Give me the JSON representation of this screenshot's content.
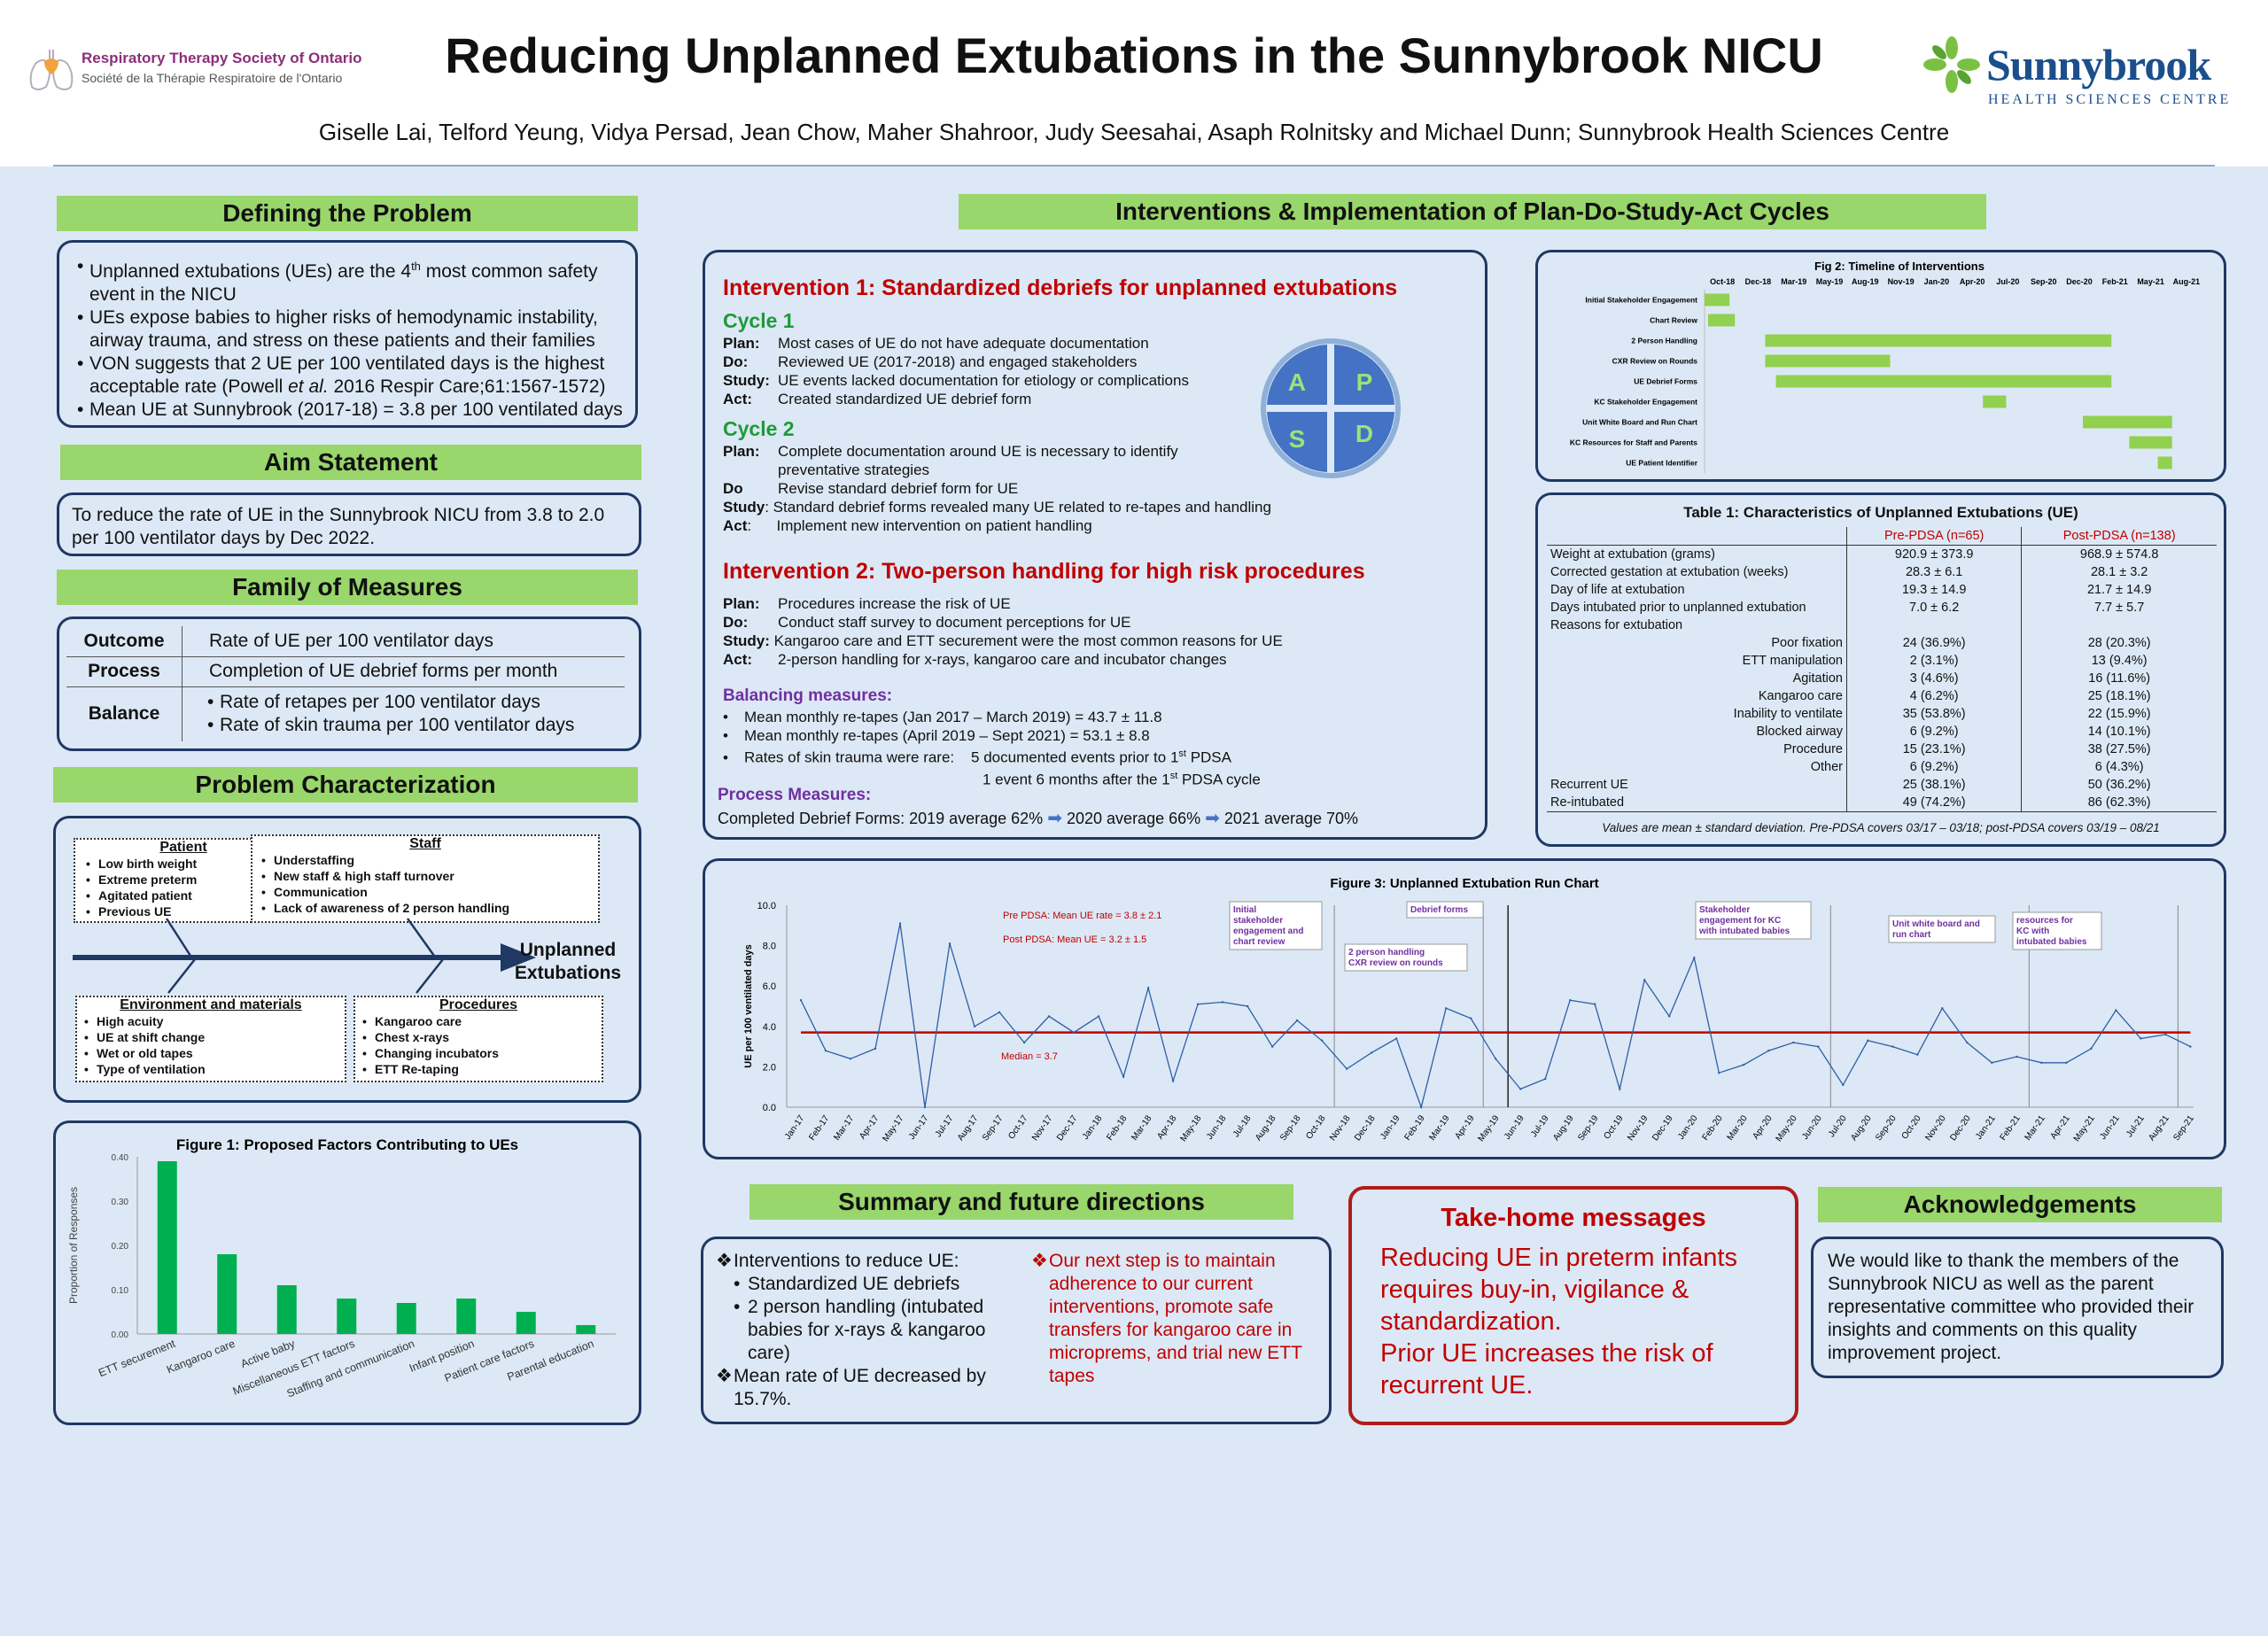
{
  "header": {
    "title": "Reducing Unplanned Extubations in the Sunnybrook NICU",
    "authors": "Giselle Lai, Telford Yeung, Vidya Persad, Jean Chow, Maher Shahroor, Judy Seesahai, Asaph Rolnitsky and Michael Dunn; Sunnybrook Health Sciences Centre",
    "rts_name": "Respiratory Therapy Society of Ontario",
    "rts_fr": "Société de la Thérapie Respiratoire de l'Ontario",
    "sb_name": "Sunnybrook",
    "sb_sub": "HEALTH SCIENCES CENTRE"
  },
  "problem": {
    "heading": "Defining the Problem",
    "b1a": "Unplanned extubations (UEs) are the 4",
    "b1sup": "th",
    "b1b": " most common safety event in the NICU",
    "b2": "UEs expose babies to higher risks of hemodynamic instability, airway trauma, and stress on these patients and their families",
    "b3a": "VON suggests that 2 UE per 100 ventilated days is the highest acceptable rate (Powell ",
    "b3i": "et al.",
    "b3b": " 2016 Respir Care;61:1567-1572)",
    "b4": "Mean UE at Sunnybrook (2017-18) = 3.8 per 100 ventilated days"
  },
  "aim": {
    "heading": "Aim Statement",
    "text": "To reduce the rate of UE in the Sunnybrook NICU from 3.8 to 2.0 per 100 ventilator days by Dec 2022."
  },
  "measures": {
    "heading": "Family of Measures",
    "rows": [
      {
        "label": "Outcome",
        "value": "Rate of UE per 100 ventilator days"
      },
      {
        "label": "Process",
        "value": "Completion of UE debrief forms per month"
      }
    ],
    "balance_label": "Balance",
    "balance": [
      "Rate of retapes per 100 ventilator days",
      "Rate of skin trauma per 100 ventilator days"
    ]
  },
  "characterization": {
    "heading": "Problem Characterization",
    "effect": "Unplanned Extubations",
    "patient_title": "Patient",
    "patient": [
      "Low birth weight",
      "Extreme preterm",
      "Agitated patient",
      "Previous UE"
    ],
    "staff_title": "Staff",
    "staff": [
      "Understaffing",
      "New staff & high staff turnover",
      "Communication",
      "Lack of awareness of 2 person handling"
    ],
    "env_title": "Environment and materials",
    "env": [
      "High acuity",
      "UE at shift change",
      "Wet or old tapes",
      "Type of ventilation"
    ],
    "proc_title": "Procedures",
    "proc": [
      "Kangaroo care",
      "Chest x-rays",
      "Changing incubators",
      "ETT Re-taping"
    ]
  },
  "fig1": {
    "title": "Figure 1: Proposed Factors Contributing to UEs",
    "ylabel": "Proportion of Responses"
  },
  "interventions": {
    "heading": "Interventions & Implementation of Plan-Do-Study-Act Cycles",
    "i1_title": "Intervention 1: Standardized debriefs for unplanned extubations",
    "cycle1": "Cycle 1",
    "c1": [
      {
        "k": "Plan:",
        "v": "Most cases of UE do not have adequate documentation"
      },
      {
        "k": "Do:",
        "v": "Reviewed UE (2017-2018) and engaged stakeholders"
      },
      {
        "k": "Study:",
        "v": "UE events lacked documentation for etiology or complications"
      },
      {
        "k": "Act:",
        "v": "Created standardized UE debrief form"
      }
    ],
    "cycle2": "Cycle 2",
    "c2_plan_k": "Plan:",
    "c2_plan_v1": "Complete documentation around UE is necessary to identify",
    "c2_plan_v2": "preventative strategies",
    "c2_do_k": "Do",
    "c2_do_v": "Revise standard debrief form for UE",
    "c2_study_k": "Study",
    "c2_study_v": ": Standard debrief forms revealed many UE related to re-tapes and handling",
    "c2_act_k": "Act",
    "c2_act_v": ":      Implement new intervention on patient handling",
    "pdsa": [
      "A",
      "P",
      "S",
      "D"
    ],
    "i2_title": "Intervention 2: Two-person handling for high risk procedures",
    "i2": [
      {
        "k": "Plan:",
        "v": "Procedures increase the risk of UE"
      },
      {
        "k": "Do:",
        "v": "Conduct staff survey to document perceptions for UE"
      },
      {
        "k": "Study:",
        "v": "Kangaroo care and ETT securement were the most common reasons for UE"
      },
      {
        "k": "Act:",
        "v": "2-person handling for x-rays, kangaroo care and incubator changes"
      }
    ],
    "balancing_title": "Balancing measures:",
    "bal1": "Mean monthly re-tapes (Jan 2017 – March 2019) = 43.7 ± 11.8",
    "bal2": "Mean monthly re-tapes (April 2019 – Sept 2021) = 53.1 ± 8.8",
    "bal3a": "Rates of skin trauma were rare:    5 documented events prior to 1",
    "bal3sup": "st",
    "bal3b": " PDSA",
    "bal4a": "1 event 6 months after the 1",
    "bal4sup": "st",
    "bal4b": " PDSA cycle",
    "process_title": "Process Measures:",
    "proc_a": "Completed Debrief Forms:  2019 average 62%",
    "proc_b": "2020 average 66%",
    "proc_c": "2021 average 70%"
  },
  "fig2": {
    "title": "Fig 2: Timeline of Interventions",
    "months": [
      "Oct-18",
      "Dec-18",
      "Mar-19",
      "May-19",
      "Aug-19",
      "Nov-19",
      "Jan-20",
      "Apr-20",
      "Jul-20",
      "Sep-20",
      "Dec-20",
      "Feb-21",
      "May-21",
      "Aug-21"
    ],
    "tasks": [
      "Initial Stakeholder Engagement",
      "Chart Review",
      "2 Person Handling",
      "CXR Review on Rounds",
      "UE Debrief Forms",
      "KC Stakeholder Engagement",
      "Unit White Board and Run Chart",
      "KC Resources for Staff and Parents",
      "UE Patient Identifier"
    ],
    "bars": [
      [
        0,
        0.7
      ],
      [
        0.1,
        0.85
      ],
      [
        1.7,
        11.4
      ],
      [
        1.7,
        5.2
      ],
      [
        2.0,
        11.4
      ],
      [
        7.8,
        8.45
      ],
      [
        10.6,
        13.1
      ],
      [
        11.9,
        13.1
      ],
      [
        12.7,
        13.1
      ]
    ]
  },
  "table1": {
    "title": "Table 1: Characteristics of Unplanned Extubations (UE)",
    "col_pre": "Pre-PDSA (n=65)",
    "col_post": "Post-PDSA (n=138)",
    "rows": [
      {
        "label": "Weight at extubation (grams)",
        "pre": "920.9 ± 373.9",
        "post": "968.9 ± 574.8",
        "indent": false
      },
      {
        "label": "Corrected gestation at extubation (weeks)",
        "pre": "28.3 ± 6.1",
        "post": "28.1 ± 3.2",
        "indent": false
      },
      {
        "label": "Day of life at extubation",
        "pre": "19.3 ± 14.9",
        "post": "21.7 ± 14.9",
        "indent": false
      },
      {
        "label": "Days intubated prior to unplanned extubation",
        "pre": "7.0 ± 6.2",
        "post": "7.7 ± 5.7",
        "indent": false
      },
      {
        "label": "Reasons for extubation",
        "pre": "",
        "post": "",
        "indent": false
      },
      {
        "label": "Poor fixation",
        "pre": "24 (36.9%)",
        "post": "28 (20.3%)",
        "indent": true
      },
      {
        "label": "ETT manipulation",
        "pre": "2 (3.1%)",
        "post": "13 (9.4%)",
        "indent": true
      },
      {
        "label": "Agitation",
        "pre": "3 (4.6%)",
        "post": "16 (11.6%)",
        "indent": true
      },
      {
        "label": "Kangaroo care",
        "pre": "4 (6.2%)",
        "post": "25 (18.1%)",
        "indent": true
      },
      {
        "label": "Inability to ventilate",
        "pre": "35 (53.8%)",
        "post": "22 (15.9%)",
        "indent": true
      },
      {
        "label": "Blocked airway",
        "pre": "6 (9.2%)",
        "post": "14 (10.1%)",
        "indent": true
      },
      {
        "label": "Procedure",
        "pre": "15 (23.1%)",
        "post": "38 (27.5%)",
        "indent": true
      },
      {
        "label": "Other",
        "pre": "6 (9.2%)",
        "post": "6 (4.3%)",
        "indent": true
      },
      {
        "label": "Recurrent UE",
        "pre": "25 (38.1%)",
        "post": "50 (36.2%)",
        "indent": false
      },
      {
        "label": "Re-intubated",
        "pre": "49 (74.2%)",
        "post": "86 (62.3%)",
        "indent": false
      }
    ],
    "footnote": "Values are mean ± standard deviation. Pre-PDSA covers 03/17 – 03/18; post-PDSA covers 03/19 – 08/21"
  },
  "fig3": {
    "title": "Figure 3: Unplanned Extubation Run Chart",
    "ylabel": "UE per 100 ventilated days",
    "pre_label": "Pre PDSA: Mean UE rate  = 3.8 ± 2.1",
    "post_label": "Post PDSA: Mean UE = 3.2 ± 1.5",
    "median_label": "Median = 3.7",
    "annotations": [
      {
        "text": "Initial stakeholder engagement and chart review",
        "idx": 21
      },
      {
        "text": "2 person handling CXR review on rounds",
        "idx": 27
      },
      {
        "text": "Debrief forms",
        "idx": 28
      },
      {
        "text": "Stakeholder engagement for KC with intubated babies",
        "idx": 41
      },
      {
        "text": "Unit white board and run chart",
        "idx": 49
      },
      {
        "text": "resources for KC with intubated babies",
        "idx": 55
      }
    ]
  },
  "summary": {
    "heading": "Summary and future directions",
    "intro": "Interventions to reduce UE:",
    "items": [
      "Standardized UE debriefs",
      "2 person handling (intubated babies for x-rays &  kangaroo care)"
    ],
    "result": "Mean rate of UE decreased by 15.7%.",
    "next": "Our next step is to maintain adherence to our current interventions, promote safe transfers for kangaroo care in microprems, and trial new ETT tapes"
  },
  "takehome": {
    "heading": "Take-home messages",
    "p1": "Reducing UE in preterm infants requires buy-in, vigilance & standardization.",
    "p2": "Prior UE increases the risk of recurrent UE."
  },
  "ack": {
    "heading": "Acknowledgements",
    "text": "We would like to thank the members of the Sunnybrook NICU as well as the parent representative committee who provided their insights and comments on this quality improvement project."
  },
  "chart_data": [
    {
      "type": "bar",
      "title": "Figure 1: Proposed Factors Contributing to UEs",
      "ylabel": "Proportion of Responses",
      "xlabel": "",
      "categories": [
        "ETT securement",
        "Kangaroo care",
        "Active baby",
        "Miscellaneous ETT factors",
        "Staffing and communication",
        "Infant position",
        "Patient care factors",
        "Parental education"
      ],
      "values": [
        0.39,
        0.18,
        0.11,
        0.08,
        0.07,
        0.08,
        0.05,
        0.02
      ],
      "ylim": [
        0,
        0.4
      ],
      "yticks": [
        "0.00",
        "0.10",
        "0.20",
        "0.30",
        "0.40"
      ],
      "color": "#00b050",
      "grid": false
    },
    {
      "type": "line",
      "title": "Figure 3: Unplanned Extubation Run Chart",
      "ylabel": "UE per 100 ventilated days",
      "xlabel": "",
      "x": [
        "Jan-17",
        "Feb-17",
        "Mar-17",
        "Apr-17",
        "May-17",
        "Jun-17",
        "Jul-17",
        "Aug-17",
        "Sep-17",
        "Oct-17",
        "Nov-17",
        "Dec-17",
        "Jan-18",
        "Feb-18",
        "Mar-18",
        "Apr-18",
        "May-18",
        "Jun-18",
        "Jul-18",
        "Aug-18",
        "Sep-18",
        "Oct-18",
        "Nov-18",
        "Dec-18",
        "Jan-19",
        "Feb-19",
        "Mar-19",
        "Apr-19",
        "May-19",
        "Jun-19",
        "Jul-19",
        "Aug-19",
        "Sep-19",
        "Oct-19",
        "Nov-19",
        "Dec-19",
        "Jan-20",
        "Feb-20",
        "Mar-20",
        "Apr-20",
        "May-20",
        "Jun-20",
        "Jul-20",
        "Aug-20",
        "Sep-20",
        "Oct-20",
        "Nov-20",
        "Dec-20",
        "Jan-21",
        "Feb-21",
        "Mar-21",
        "Apr-21",
        "May-21",
        "Jun-21",
        "Jul-21",
        "Aug-21",
        "Sep-21"
      ],
      "values": [
        5.3,
        2.8,
        2.4,
        2.9,
        9.1,
        0,
        8.1,
        4.0,
        4.7,
        3.2,
        4.5,
        3.7,
        4.5,
        1.5,
        5.9,
        1.3,
        5.1,
        5.2,
        5.0,
        3.0,
        4.3,
        3.3,
        1.9,
        2.7,
        3.4,
        0,
        4.9,
        4.4,
        2.4,
        0.9,
        1.4,
        5.3,
        5.1,
        0.9,
        6.3,
        4.5,
        7.4,
        1.7,
        2.1,
        2.8,
        3.2,
        3.0,
        1.1,
        3.3,
        3.0,
        2.6,
        4.9,
        3.2,
        2.2,
        2.5,
        2.2,
        2.2,
        2.9,
        4.8,
        3.4,
        3.6,
        3.0
      ],
      "median": 3.7,
      "ylim": [
        0,
        10
      ],
      "yticks": [
        "0.0",
        "2.0",
        "4.0",
        "6.0",
        "8.0",
        "10.0"
      ],
      "line_color": "#2e5fa8",
      "median_color": "#c00000"
    }
  ]
}
